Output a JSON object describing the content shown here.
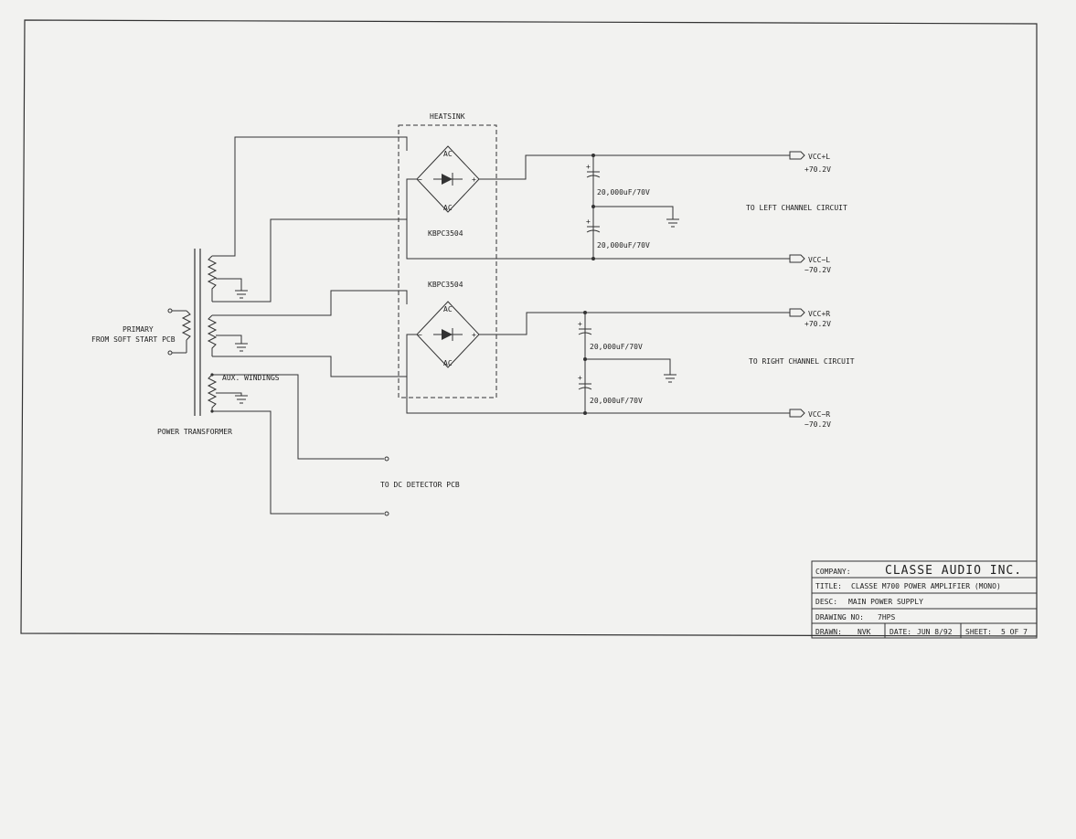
{
  "labels": {
    "heatsink": "HEATSINK",
    "bridge_upper": "KBPC3504",
    "bridge_lower": "KBPC3504",
    "ac": "AC",
    "plus": "+",
    "minus": "−",
    "cap_value": "20,000uF/70V",
    "to_left": "TO LEFT CHANNEL CIRCUIT",
    "to_right": "TO RIGHT CHANNEL CIRCUIT",
    "primary": "PRIMARY",
    "from_soft_start": "FROM SOFT START PCB",
    "aux_windings": "AUX. WINDINGS",
    "power_transformer": "POWER TRANSFORMER",
    "to_dc_detector": "TO DC DETECTOR PCB"
  },
  "outputs": [
    {
      "name": "VCC+L",
      "voltage": "+70.2V"
    },
    {
      "name": "VCC−L",
      "voltage": "−70.2V"
    },
    {
      "name": "VCC+R",
      "voltage": "+70.2V"
    },
    {
      "name": "VCC−R",
      "voltage": "−70.2V"
    }
  ],
  "title_block": {
    "company_label": "COMPANY:",
    "company": "CLASSE AUDIO INC.",
    "title_label": "TITLE:",
    "title": "CLASSE M700 POWER AMPLIFIER (MONO)",
    "desc_label": "DESC:",
    "desc": "MAIN POWER SUPPLY",
    "drawing_no_label": "DRAWING NO:",
    "drawing_no": "7HPS",
    "drawn_label": "DRAWN:",
    "drawn": "NVK",
    "date_label": "DATE:",
    "date": "JUN 8/92",
    "sheet_label": "SHEET:",
    "sheet": "5 OF 7"
  }
}
